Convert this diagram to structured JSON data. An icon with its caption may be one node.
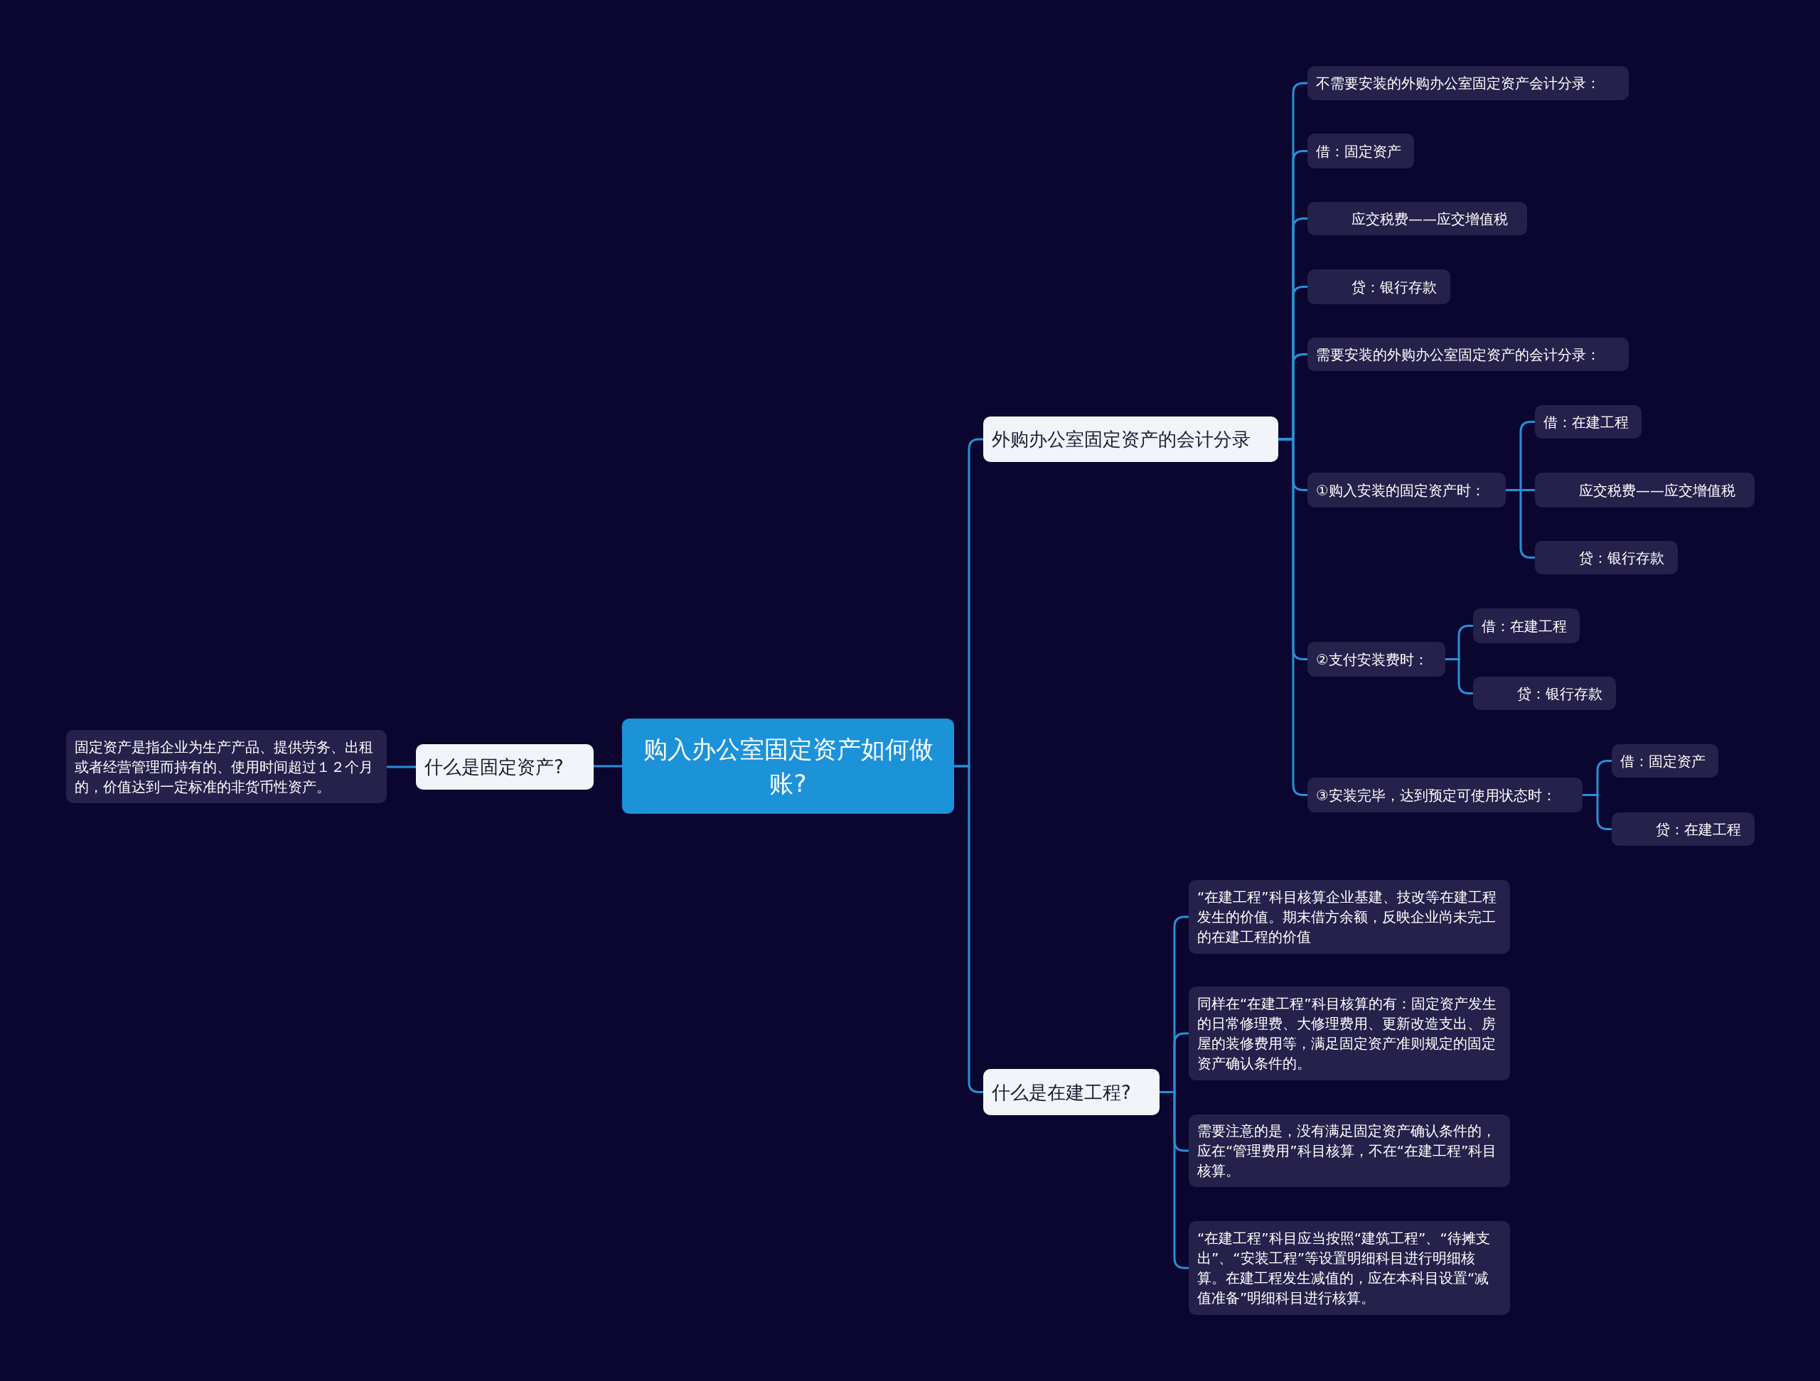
{
  "diagram": {
    "nodes": [
      {
        "text": [
          "购入办公室固定资产如何做账?"
        ]
      },
      {
        "text": [
          "外购办公室固定资产的会计分录"
        ]
      },
      {
        "text": [
          "什么是在建工程?"
        ]
      },
      {
        "text": [
          "什么是固定资产?"
        ]
      },
      {
        "text": [
          "固定资产是指企业为生产产品、提供劳务、出租或者经营管理而持有的、使用时间超过１２个月的，价值达到一定标准的非货币性资产。"
        ]
      },
      {
        "text": [
          "不需要安装的外购办公室固定资产会计分录："
        ]
      },
      {
        "text": [
          "借：固定资产"
        ]
      },
      {
        "text": [
          "应交税费——应交增值税"
        ]
      },
      {
        "text": [
          "贷：银行存款"
        ]
      },
      {
        "text": [
          "需要安装的外购办公室固定资产的会计分录："
        ]
      },
      {
        "text": [
          "①购入安装的固定资产时："
        ]
      },
      {
        "text": [
          "②支付安装费时："
        ]
      },
      {
        "text": [
          "③安装完毕，达到预定可使用状态时："
        ]
      },
      {
        "text": [
          "借：在建工程"
        ]
      },
      {
        "text": [
          "应交税费——应交增值税"
        ]
      },
      {
        "text": [
          "贷：银行存款"
        ]
      },
      {
        "text": [
          "借：在建工程"
        ]
      },
      {
        "text": [
          "贷：银行存款"
        ]
      },
      {
        "text": [
          "借：固定资产"
        ]
      },
      {
        "text": [
          "贷：在建工程"
        ]
      },
      {
        "text": [
          "“在建工程”科目核算企业基建、技改等在建工程发生的价值。期末借方余额，反映企业尚未完工的在建工程的价值"
        ]
      },
      {
        "text": [
          "同样在“在建工程”科目核算的有：固定资产发生的日常修理费、大修理费用、更新改造支出、房屋的装修费用等，满足固定资产准则规定的固定资产确认条件的。"
        ]
      },
      {
        "text": [
          "需要注意的是，没有满足固定资产确认条件的，应在“管理费用”科目核算，不在“在建工程”科目核算。"
        ]
      },
      {
        "text": [
          "“在建工程”科目应当按照“建筑工程”、“待摊支出”、“安装工程”等设置明细科目进行明细核算。在建工程发生减值的，应在本科目设置“减值准备”明细科目进行核算。"
        ]
      }
    ],
    "edges": [
      {
        "from": 0,
        "to": 1,
        "arrow": "none"
      },
      {
        "from": 0,
        "to": 2,
        "arrow": "none"
      },
      {
        "from": 0,
        "to": 3,
        "arrow": "none"
      },
      {
        "from": 3,
        "to": 4,
        "arrow": "none"
      },
      {
        "from": 1,
        "to": 5,
        "arrow": "none"
      },
      {
        "from": 1,
        "to": 6,
        "arrow": "none"
      },
      {
        "from": 1,
        "to": 7,
        "arrow": "none"
      },
      {
        "from": 1,
        "to": 8,
        "arrow": "none"
      },
      {
        "from": 1,
        "to": 9,
        "arrow": "none"
      },
      {
        "from": 1,
        "to": 10,
        "arrow": "none"
      },
      {
        "from": 1,
        "to": 11,
        "arrow": "none"
      },
      {
        "from": 1,
        "to": 12,
        "arrow": "none"
      },
      {
        "from": 10,
        "to": 13,
        "arrow": "none"
      },
      {
        "from": 10,
        "to": 14,
        "arrow": "none"
      },
      {
        "from": 10,
        "to": 15,
        "arrow": "none"
      },
      {
        "from": 11,
        "to": 16,
        "arrow": "none"
      },
      {
        "from": 11,
        "to": 17,
        "arrow": "none"
      },
      {
        "from": 12,
        "to": 18,
        "arrow": "none"
      },
      {
        "from": 12,
        "to": 19,
        "arrow": "none"
      },
      {
        "from": 2,
        "to": 20,
        "arrow": "none"
      },
      {
        "from": 2,
        "to": 21,
        "arrow": "none"
      },
      {
        "from": 2,
        "to": 22,
        "arrow": "none"
      },
      {
        "from": 2,
        "to": 23,
        "arrow": "none"
      }
    ]
  }
}
